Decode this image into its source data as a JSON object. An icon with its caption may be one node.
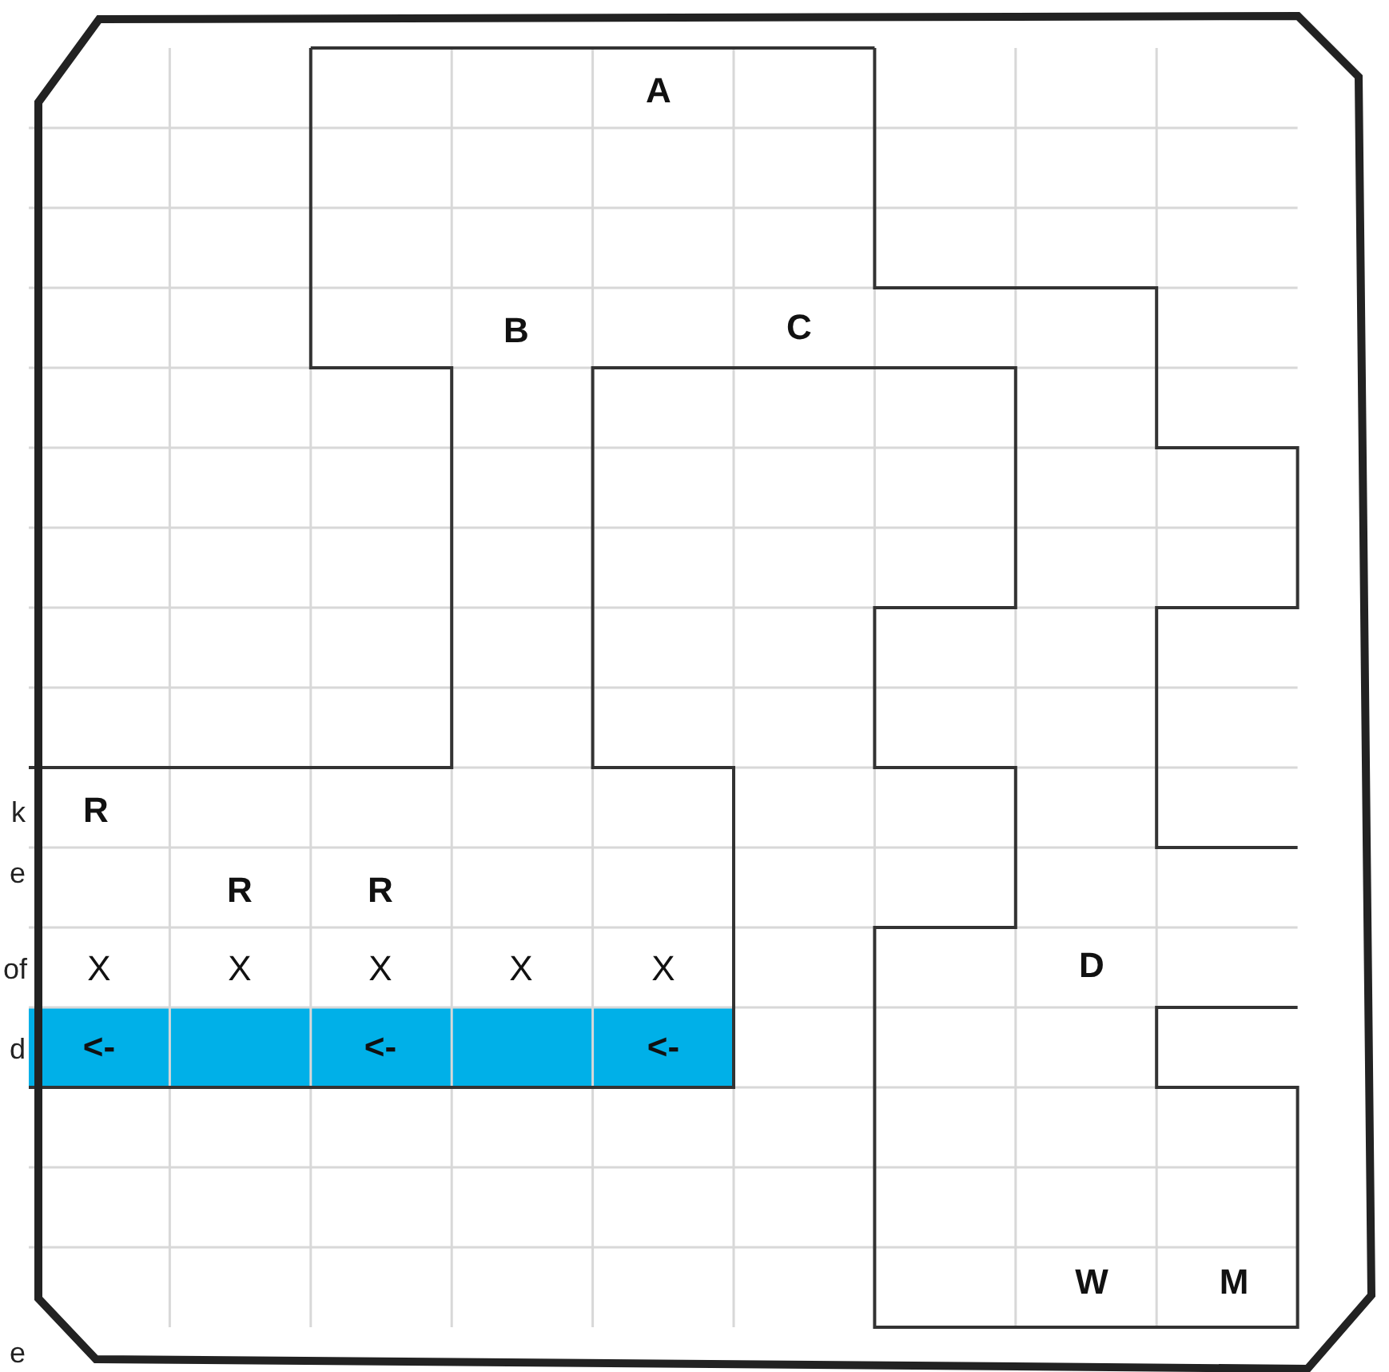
{
  "diagram": {
    "labels": [
      "A",
      "B",
      "C",
      "k",
      "R",
      "e",
      "R",
      "R",
      "of",
      "X",
      "X",
      "X",
      "X",
      "X",
      "D",
      "d",
      "<-",
      "<-",
      "<-",
      "W",
      "M",
      "e"
    ]
  }
}
